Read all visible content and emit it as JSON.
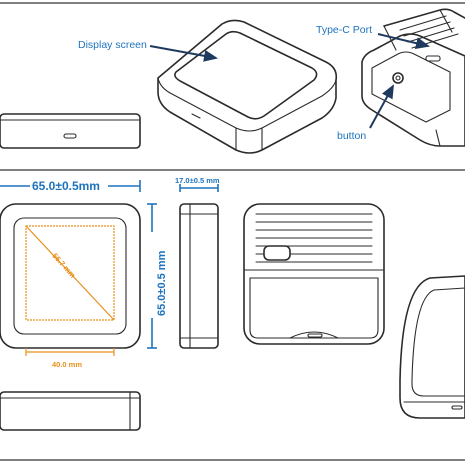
{
  "callouts": {
    "display_screen": "Display screen",
    "type_c_port": "Type-C Port",
    "button": "button"
  },
  "dimensions": {
    "width": "65.0±0.5mm",
    "height": "65.0±0.5 mm",
    "thickness": "17.0±0.5 mm",
    "screen_diagonal": "56.7 mm",
    "screen_width": "40.0 mm"
  },
  "colors": {
    "callout_blue": "#1e73be",
    "dimension_orange": "#e8901a",
    "outline": "#2b2b2b"
  }
}
